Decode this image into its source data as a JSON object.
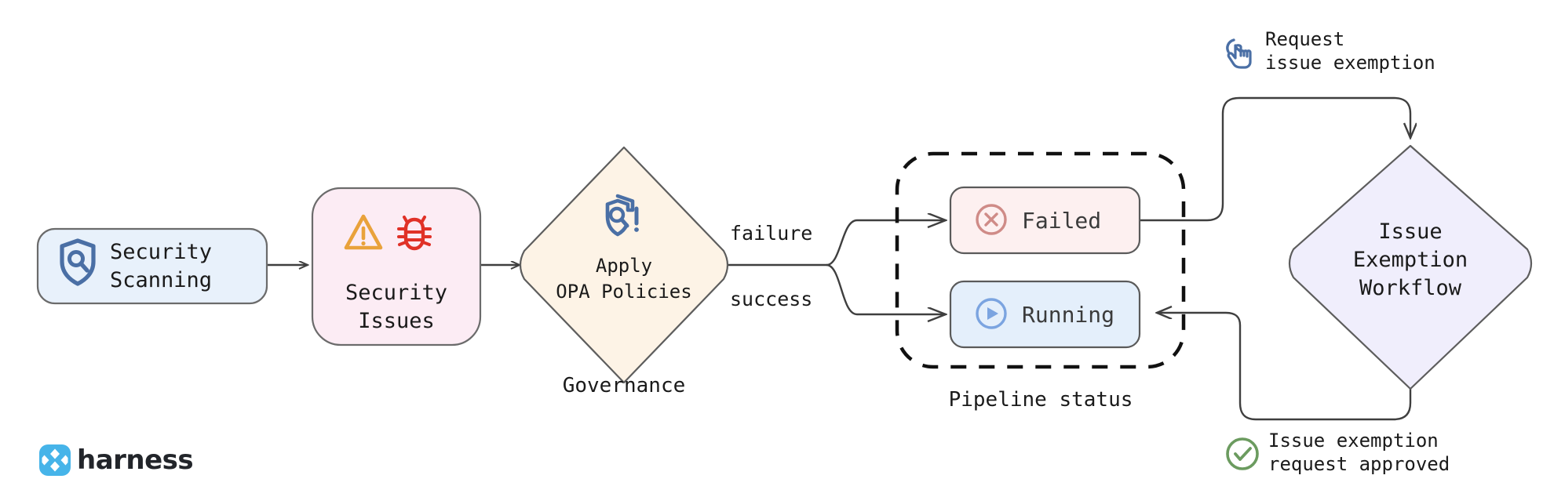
{
  "diagram": {
    "title": "Security scanning governance and issue exemption workflow",
    "background": "#ffffff"
  },
  "nodes": {
    "security_scanning": {
      "label_line1": "Security",
      "label_line2": "Scanning",
      "icon": "shield-search-icon",
      "fill": "#e8f1fb",
      "stroke": "#6b6b6b",
      "shape": "rounded-rect"
    },
    "security_issues": {
      "label_line1": "Security",
      "label_line2": "Issues",
      "icon_warning": "warning-triangle-icon",
      "icon_bug": "bug-icon",
      "fill": "#fcecf4",
      "stroke": "#6b6b6b",
      "shape": "rounded-rect"
    },
    "apply_opa": {
      "label_line1": "Apply",
      "label_line2": "OPA Policies",
      "icon": "shield-search-alert-icon",
      "caption": "Governance",
      "fill": "#fdf3e6",
      "stroke": "#5d5d5d",
      "shape": "diamond"
    },
    "failed": {
      "label": "Failed",
      "icon": "circle-x-icon",
      "fill": "#fdf0f0",
      "stroke": "#5a5a5a",
      "icon_color": "#cf8b87",
      "shape": "rounded-rect"
    },
    "running": {
      "label": "Running",
      "icon": "circle-play-icon",
      "fill": "#e4effb",
      "stroke": "#5a5a5a",
      "icon_color": "#7ba4e0",
      "shape": "rounded-rect"
    },
    "pipeline_status_group": {
      "caption": "Pipeline status",
      "style": "dashed-rounded-container"
    },
    "issue_exemption_workflow": {
      "label_line1": "Issue",
      "label_line2": "Exemption",
      "label_line3": "Workflow",
      "fill": "#f0eefc",
      "stroke": "#5d5d5d",
      "shape": "diamond"
    }
  },
  "edge_labels": {
    "failure": "failure",
    "success": "success"
  },
  "annotations": {
    "request_exemption": {
      "line1": "Request",
      "line2": "issue exemption",
      "icon": "tap-hand-icon",
      "icon_color": "#4a6fa5"
    },
    "request_approved": {
      "line1": "Issue exemption",
      "line2": "request approved",
      "icon": "check-circle-icon",
      "icon_color": "#6b9b5f"
    }
  },
  "branding": {
    "name": "harness",
    "logo_icon": "harness-logo-icon",
    "logo_color": "#46b4e9",
    "word_color": "#22252a"
  },
  "colors": {
    "warning_orange": "#e9a23b",
    "bug_red": "#e03127",
    "shield_blue": "#4a6fa5",
    "edge_gray": "#3f3f3f"
  }
}
